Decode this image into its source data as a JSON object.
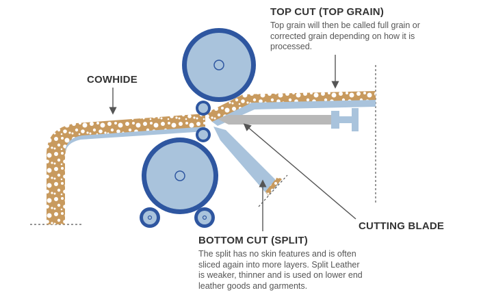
{
  "labels": {
    "top_cut": {
      "title": "TOP CUT (TOP GRAIN)",
      "description": "Top grain will then be called full grain or corrected grain depending on how it is processed."
    },
    "cowhide": {
      "title": "COWHIDE"
    },
    "cutting_blade": {
      "title": "CUTTING BLADE"
    },
    "bottom_cut": {
      "title": "BOTTOM CUT (SPLIT)",
      "description": "The split has no skin features and is often sliced again into more layers. Split Leather is weaker, thinner and is used on lower end leather goods and garments."
    }
  },
  "colors": {
    "hide_tan": "#c89a5e",
    "hide_bubble": "#ffffff",
    "split_layer": "#a9c3dc",
    "roller_outer": "#2e56a0",
    "roller_inner": "#a9c3dc",
    "blade": "#b8b8b8",
    "arrow": "#555555",
    "text_dark": "#333333"
  }
}
